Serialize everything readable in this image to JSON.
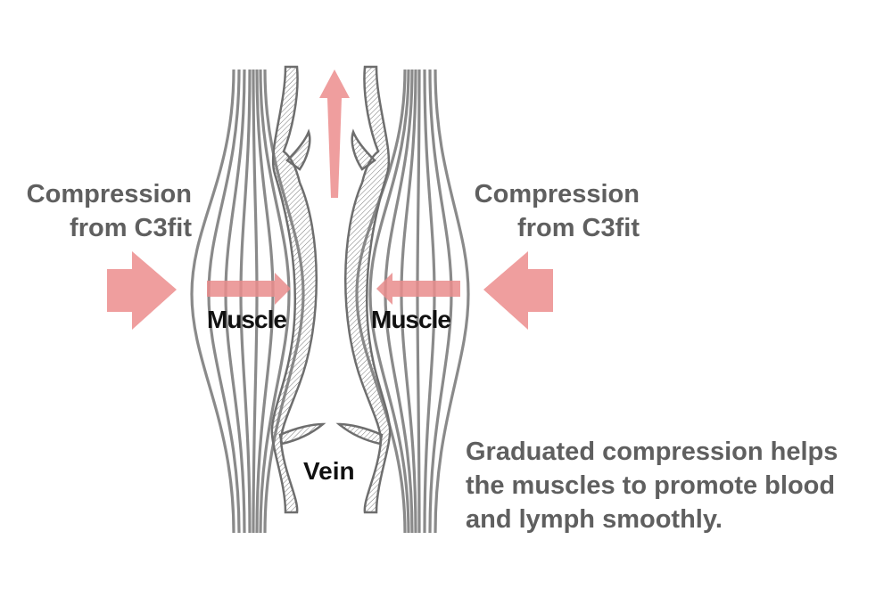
{
  "labels": {
    "compression_left": [
      "Compression",
      "from C3fit"
    ],
    "compression_right": [
      "Compression",
      "from C3fit"
    ],
    "muscle_left": "Muscle",
    "muscle_right": "Muscle",
    "vein": "Vein",
    "caption": [
      "Graduated compression helps",
      "the muscles to promote blood",
      "and lymph smoothly."
    ]
  },
  "colors": {
    "text_gray": "#5f5f5f",
    "text_black": "#111111",
    "muscle_stroke": "#8a8a8a",
    "arrow_pink": "#ef9e9e",
    "vein_fill": "#ffffff"
  }
}
